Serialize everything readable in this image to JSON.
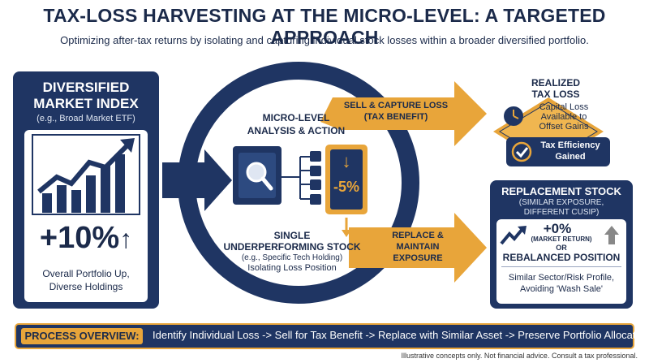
{
  "header": {
    "title": "TAX-LOSS HARVESTING AT THE MICRO-LEVEL: A TARGETED APPROACH",
    "subtitle": "Optimizing after-tax returns by isolating and capturing individual stock losses within a broader diversified portfolio."
  },
  "index_card": {
    "title_line1": "DIVERSIFIED",
    "title_line2": "MARKET INDEX",
    "example": "(e.g., Broad Market ETF)",
    "return": "+10%",
    "desc_line1": "Overall Portfolio Up,",
    "desc_line2": "Diverse Holdings"
  },
  "analysis": {
    "line1": "MICRO-LEVEL",
    "line2": "ANALYSIS & ACTION",
    "loss": "-5%"
  },
  "stock": {
    "line1": "SINGLE",
    "line2": "UNDERPERFORMING STOCK",
    "example": "(e.g., Specific Tech Holding)",
    "desc": "Isolating Loss Position"
  },
  "sell_arrow": {
    "line1": "SELL & CAPTURE LOSS",
    "line2": "(TAX BENEFIT)"
  },
  "replace_arrow": {
    "line1": "REPLACE &",
    "line2": "MAINTAIN",
    "line3": "EXPOSURE"
  },
  "realized": {
    "line1": "REALIZED",
    "line2": "TAX LOSS",
    "desc_line1": "Capital Loss",
    "desc_line2": "Available to",
    "desc_line3": "Offset Gains",
    "efficiency_line1": "Tax Efficiency",
    "efficiency_line2": "Gained"
  },
  "replacement": {
    "title": "REPLACEMENT STOCK",
    "sub_line1": "(SIMILAR EXPOSURE,",
    "sub_line2": "DIFFERENT CUSIP)",
    "return": "+0%",
    "return_note": "(MARKET RETURN)",
    "or": "OR",
    "rebalanced": "REBALANCED POSITION",
    "desc_line1": "Similar Sector/Risk Profile,",
    "desc_line2": "Avoiding 'Wash Sale'"
  },
  "process": {
    "label": "PROCESS OVERVIEW:",
    "text": "Identify Individual Loss -> Sell for Tax Benefit -> Replace with Similar Asset -> Preserve Portfolio Allocation."
  },
  "footnote": "Illustrative concepts only. Not financial advice. Consult a tax professional.",
  "colors": {
    "navy": "#1f3563",
    "gold": "#e8a53a",
    "white": "#ffffff"
  },
  "icons": [
    "bar-chart-up-icon",
    "magnifier-icon",
    "down-arrow-icon",
    "clock-loss-icon",
    "checkmark-icon",
    "trend-up-icon",
    "up-arrow-icon"
  ]
}
